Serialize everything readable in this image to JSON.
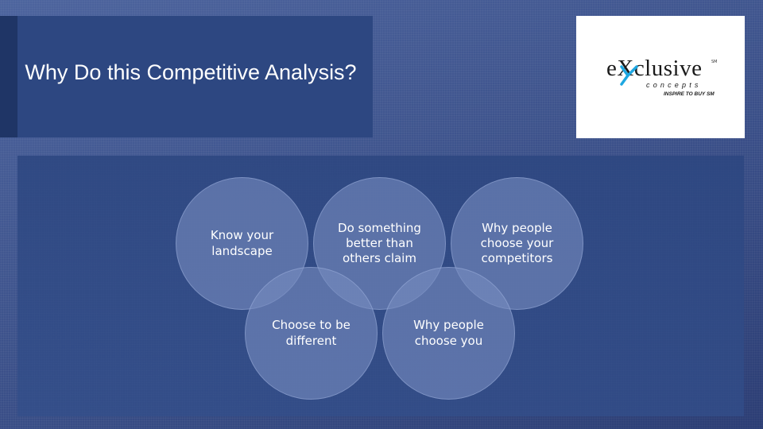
{
  "slide": {
    "title": "Why Do this Competitive Analysis?"
  },
  "logo": {
    "wordmark": "eXclusive",
    "sm_mark": "SM",
    "subtitle": "concepts",
    "tagline": "INSPIRE TO BUY SM",
    "colors": {
      "x_accent": "#1ea7e1",
      "text": "#1a1a1a"
    }
  },
  "circles": [
    {
      "label": "Know your landscape"
    },
    {
      "label": "Do something better than others claim"
    },
    {
      "label": "Why people choose your competitors"
    },
    {
      "label": "Choose to be different"
    },
    {
      "label": "Why people choose you"
    }
  ],
  "colors": {
    "background": "#3d5289",
    "title_band": "#2d4781",
    "circle_fill": "#768abe",
    "text": "#ffffff"
  }
}
